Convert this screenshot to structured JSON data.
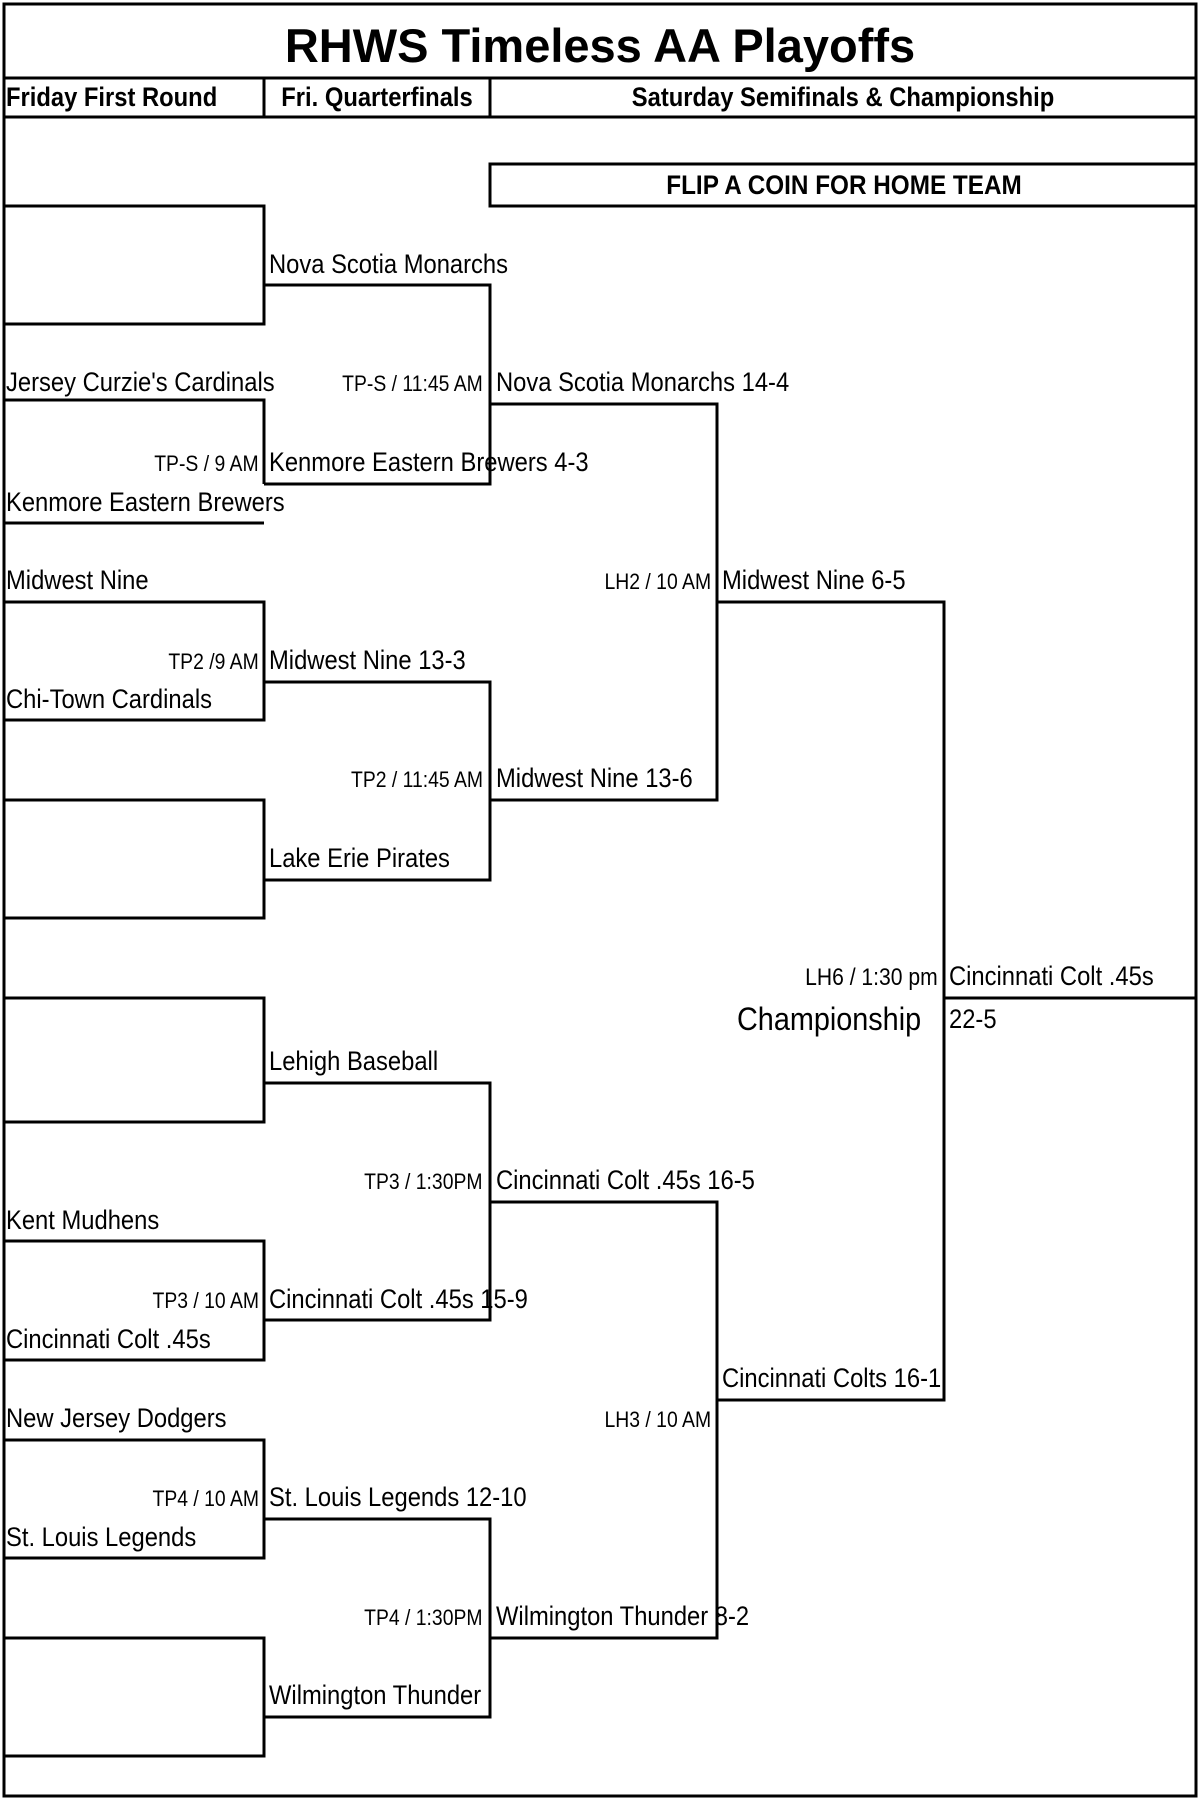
{
  "title": "RHWS Timeless AA Playoffs",
  "headers": {
    "round1": "Friday First Round",
    "quarterfinals": "Fri. Quarterfinals",
    "semis_final": "Saturday Semifinals & Championship"
  },
  "notice": "FLIP A COIN FOR HOME TEAM",
  "first_round": {
    "g2_top": "Jersey Curzie's Cardinals",
    "g2_bottom": "Kenmore Eastern Brewers",
    "g2_time": "TP-S  / 9 AM",
    "g3_top": "Midwest Nine",
    "g3_bottom": "Chi-Town Cardinals",
    "g3_time": "TP2 /9 AM",
    "g6_top": "Kent Mudhens",
    "g6_bottom": "Cincinnati Colt .45s",
    "g6_time": "TP3 / 10 AM",
    "g7_top": "New Jersey Dodgers",
    "g7_bottom": "St. Louis Legends",
    "g7_time": "TP4 / 10 AM"
  },
  "quarterfinals": {
    "q1_top": "Nova Scotia Monarchs",
    "q1_bottom": "Kenmore Eastern Brewers 4-3",
    "q1_time": "TP-S / 11:45 AM",
    "q2_top": "Midwest Nine 13-3",
    "q2_bottom": "Lake Erie Pirates",
    "q2_time": "TP2 / 11:45 AM",
    "q3_top": "Lehigh Baseball",
    "q3_bottom": "Cincinnati Colt .45s 15-9",
    "q3_time": "TP3 / 1:30PM",
    "q4_top": "St. Louis Legends 12-10",
    "q4_bottom": "Wilmington Thunder",
    "q4_time": "TP4 / 1:30PM"
  },
  "semifinals": {
    "s1_top": "Nova Scotia Monarchs 14-4",
    "s1_bottom": "Midwest Nine 13-6",
    "s1_time": "LH2 / 10 AM",
    "s2_top": "Cincinnati Colt .45s 16-5",
    "s2_bottom": "Wilmington Thunder 8-2",
    "s2_time": "LH3 / 10 AM"
  },
  "championship": {
    "top": "Midwest Nine 6-5",
    "bottom": "Cincinnati Colts 16-1",
    "time": "LH6 / 1:30 pm",
    "label": "Championship",
    "winner": "Cincinnati Colt .45s",
    "score": "22-5"
  }
}
